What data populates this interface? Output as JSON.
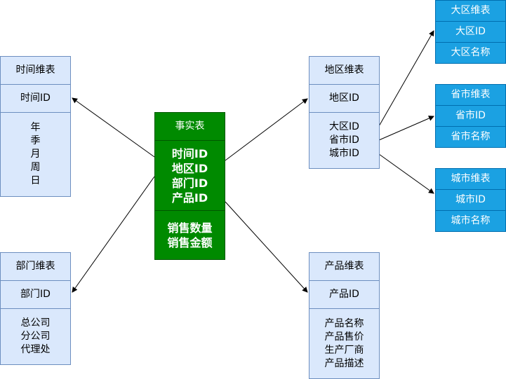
{
  "fact": {
    "title": "事实表",
    "keys": [
      "时间ID",
      "地区ID",
      "部门ID",
      "产品ID"
    ],
    "measures": [
      "销售数量",
      "销售金额"
    ]
  },
  "time_dim": {
    "title": "时间维表",
    "key": "时间ID",
    "attrs": [
      "年",
      "季",
      "月",
      "周",
      "日"
    ]
  },
  "dept_dim": {
    "title": "部门维表",
    "key": "部门ID",
    "attrs": [
      "总公司",
      "分公司",
      "代理处"
    ]
  },
  "region_dim": {
    "title": "地区维表",
    "key": "地区ID",
    "attrs": [
      "大区ID",
      "省市ID",
      "城市ID"
    ]
  },
  "product_dim": {
    "title": "产品维表",
    "key": "产品ID",
    "attrs": [
      "产品名称",
      "产品售价",
      "生产厂商",
      "产品描述"
    ]
  },
  "area_dim": {
    "title": "大区维表",
    "key": "大区ID",
    "name": "大区名称"
  },
  "province_dim": {
    "title": "省市维表",
    "key": "省市ID",
    "name": "省市名称"
  },
  "city_dim": {
    "title": "城市维表",
    "key": "城市ID",
    "name": "城市名称"
  },
  "colors": {
    "dim_fill": "#dae8fc",
    "dim_border": "#6c8ebf",
    "sub_fill": "#1ba1e2",
    "fact_fill": "#008a00"
  }
}
